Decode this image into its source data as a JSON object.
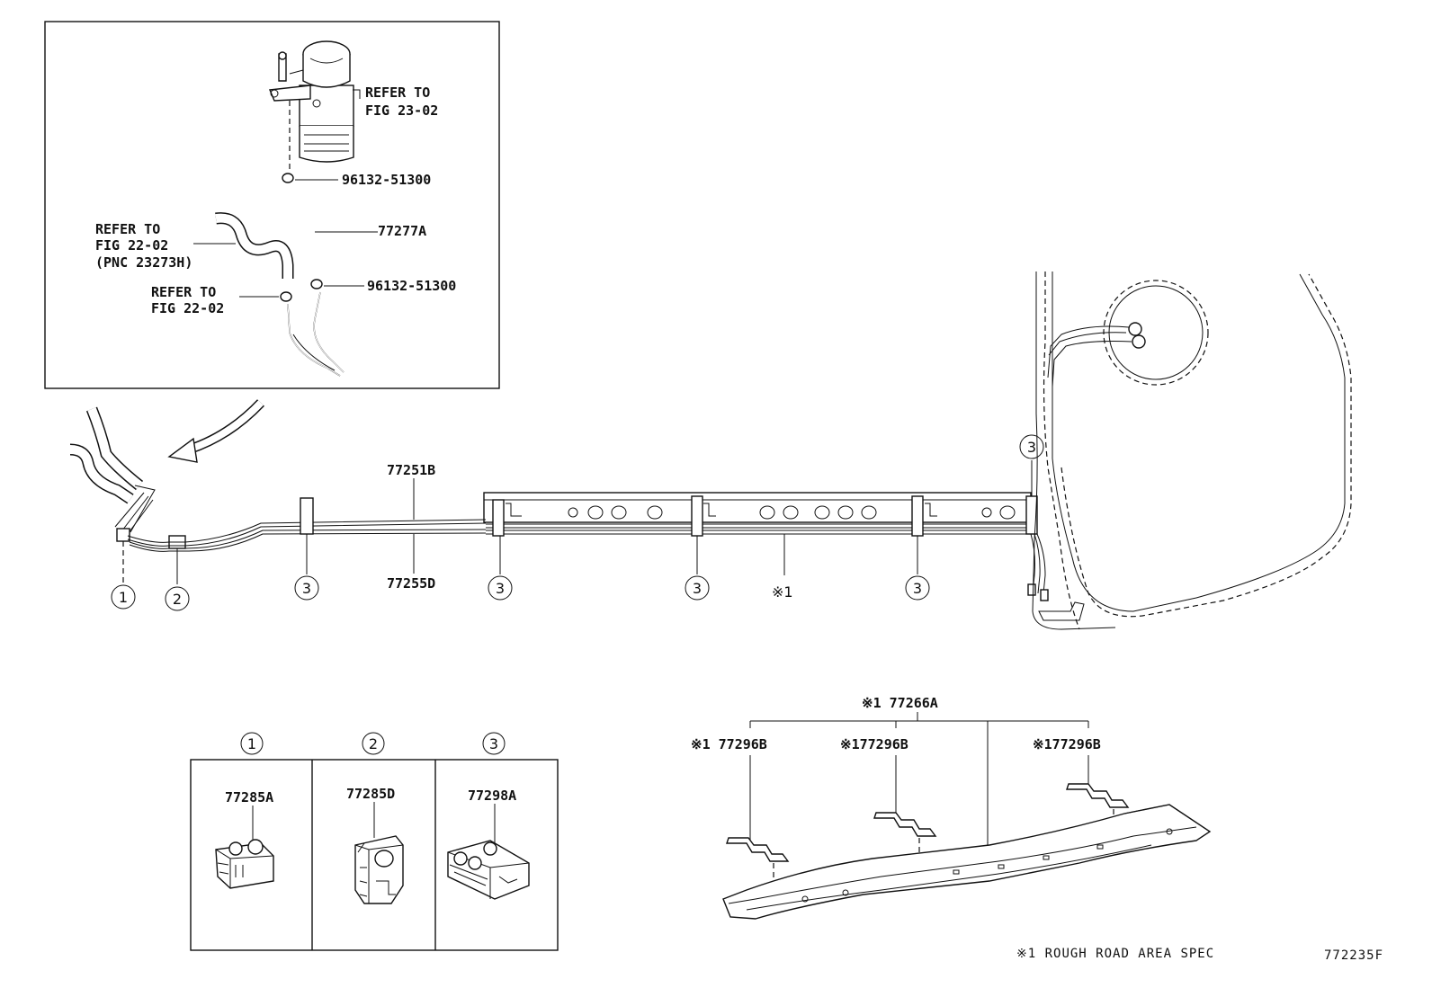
{
  "inset": {
    "refer_23_02": [
      "REFER TO",
      "FIG 23-02"
    ],
    "clamp_top": "96132-51300",
    "hose": "77277A",
    "refer_22_02_pnc": [
      "REFER TO",
      "FIG 22-02",
      "(PNC 23273H)"
    ],
    "clamp_bottom": "96132-51300",
    "refer_22_02": [
      "REFER TO",
      "FIG 22-02"
    ]
  },
  "main": {
    "tube_upper": "77251B",
    "tube_lower": "77255D",
    "rough_mark": "※1",
    "callouts": [
      "①",
      "②",
      "③"
    ]
  },
  "legend": [
    {
      "num": "①",
      "part": "77285A"
    },
    {
      "num": "②",
      "part": "77285D"
    },
    {
      "num": "③",
      "part": "77298A"
    }
  ],
  "protector": {
    "assembly": "※1 77266A",
    "brackets": [
      "※1 77296B",
      "※177296B",
      "※177296B"
    ]
  },
  "footnote": "※1 ROUGH ROAD AREA SPEC",
  "figure_id": "772235F"
}
